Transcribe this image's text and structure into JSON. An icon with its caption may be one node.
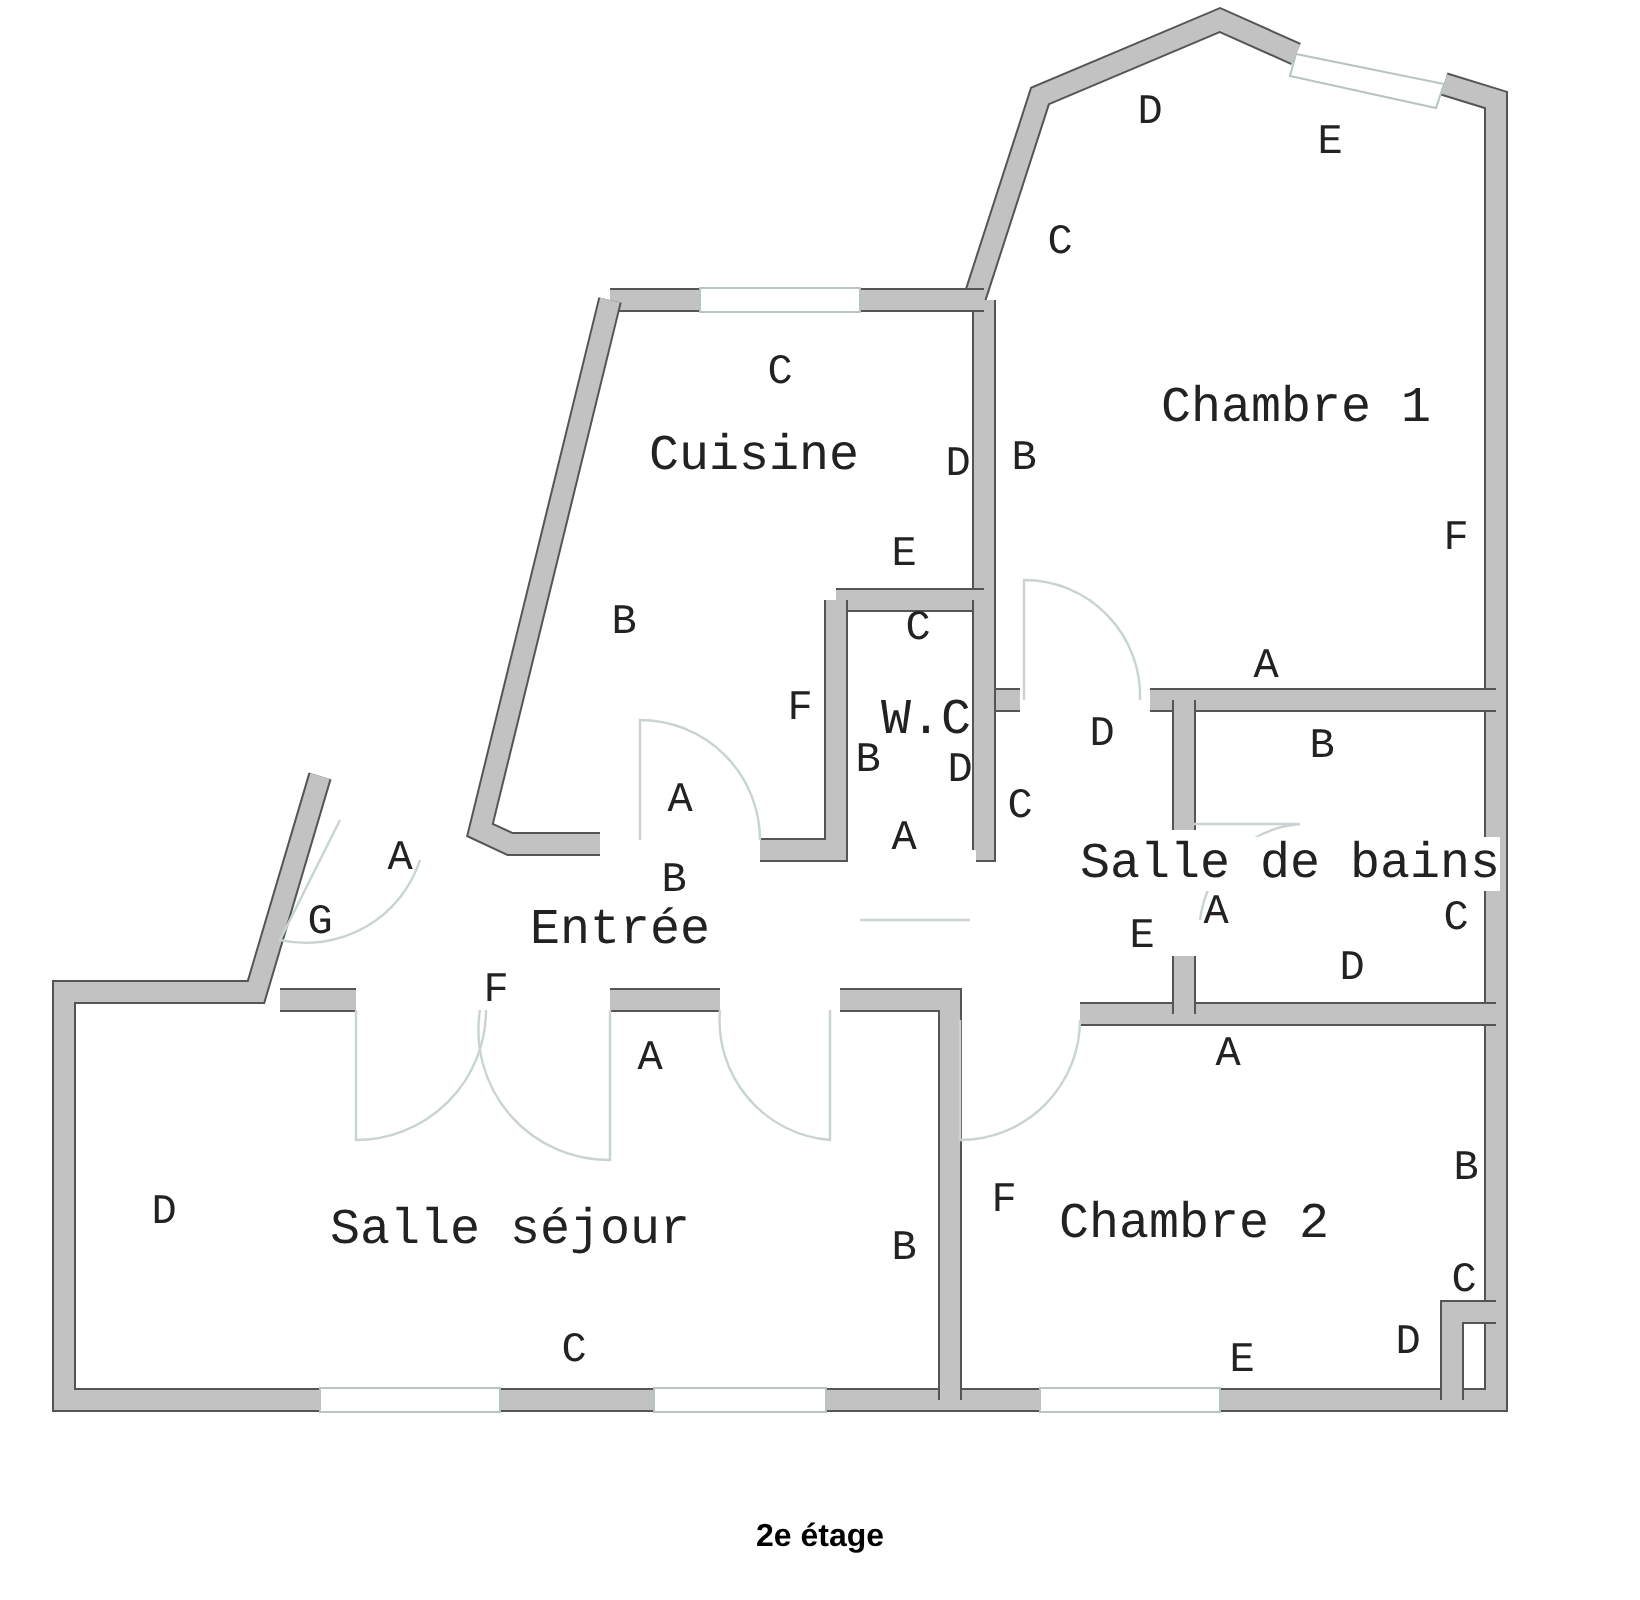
{
  "diagram": {
    "caption": "2e étage",
    "nodes": [
      {
        "text": [
          "Chambre 1"
        ]
      },
      {
        "text": [
          "Cuisine"
        ]
      },
      {
        "text": [
          "W.C"
        ]
      },
      {
        "text": [
          "Salle de bains"
        ]
      },
      {
        "text": [
          "Entrée"
        ]
      },
      {
        "text": [
          "Salle séjour"
        ]
      },
      {
        "text": [
          "Chambre 2"
        ]
      }
    ],
    "labels": [
      "D",
      "E",
      "C",
      "C",
      "D",
      "B",
      "F",
      "E",
      "B",
      "C",
      "A",
      "F",
      "D",
      "B",
      "B",
      "D",
      "A",
      "C",
      "A",
      "A",
      "B",
      "A",
      "C",
      "E",
      "G",
      "D",
      "F",
      "A",
      "A",
      "B",
      "D",
      "F",
      "B",
      "C",
      "C",
      "E",
      "D"
    ]
  }
}
